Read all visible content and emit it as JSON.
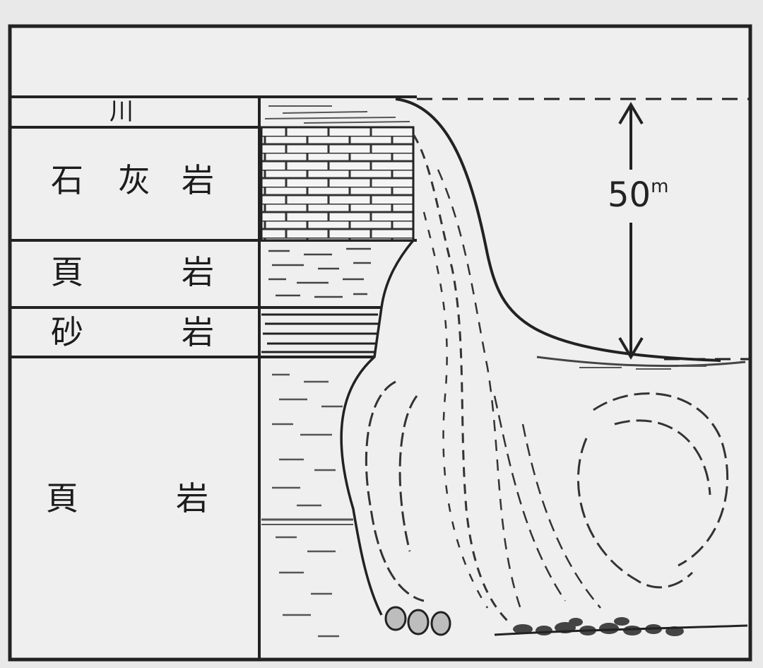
{
  "strata": {
    "river": "川",
    "limestone": [
      "石",
      "灰",
      "岩"
    ],
    "shale_upper": [
      "頁",
      "岩"
    ],
    "sandstone": [
      "砂",
      "岩"
    ],
    "shale_lower": [
      "頁",
      "岩"
    ]
  },
  "falls": {
    "height_value": "50",
    "height_unit": "m"
  }
}
